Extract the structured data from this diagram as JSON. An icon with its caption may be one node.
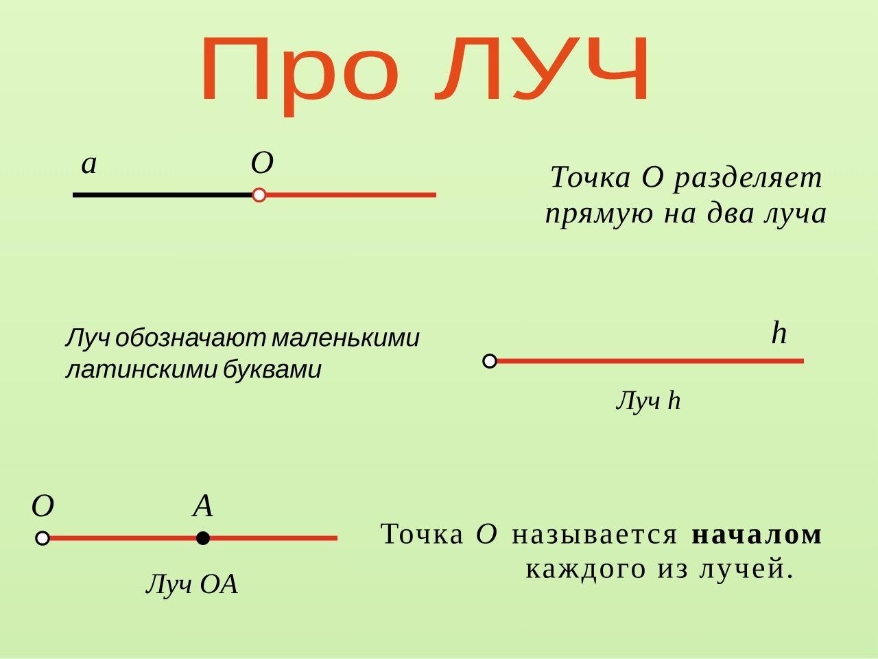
{
  "diagram": {
    "title": "Про ЛУЧ",
    "labels": [
      "a",
      "O",
      "Точка O разделяет прямую на два луча",
      "Луч обозначают маленькими латинскими буквами",
      "h",
      "Луч h",
      "O",
      "A",
      "Луч OA",
      "Точка *O* называется **началом** каждого из лучей."
    ]
  }
}
